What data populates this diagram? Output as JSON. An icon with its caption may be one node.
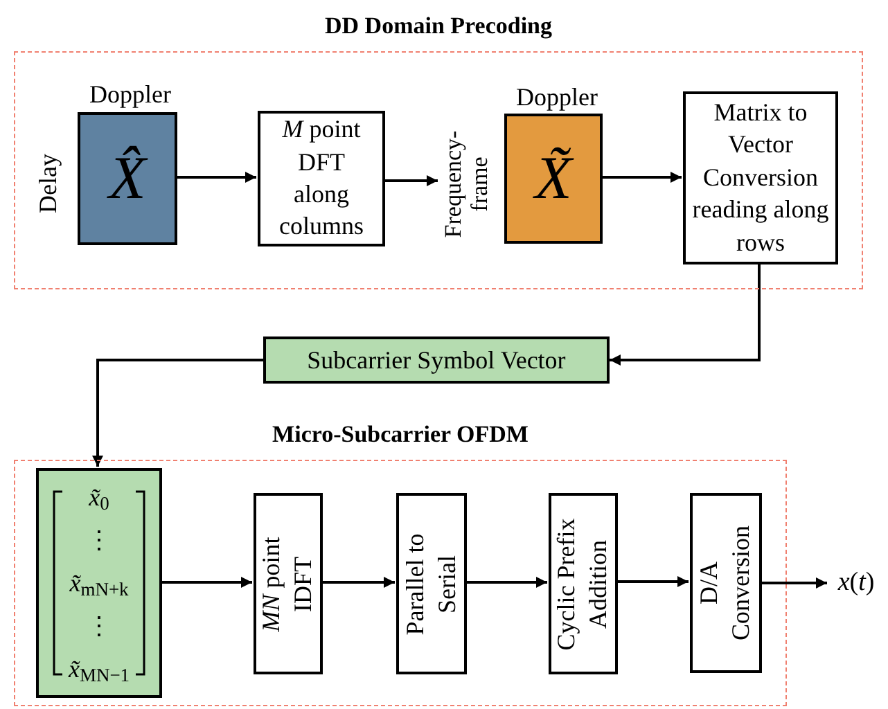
{
  "diagram": {
    "nodes": [
      {
        "text": [
          "DD Domain Precoding"
        ]
      },
      {
        "text": [
          "*X̂*"
        ],
        "in": 0,
        "beside": [
          "Doppler",
          "Delay"
        ]
      },
      {
        "text": [
          "*M* point DFT along columns"
        ],
        "in": 0
      },
      {
        "text": [
          "Frequency-frame"
        ],
        "in": 0
      },
      {
        "text": [
          "*X̃*"
        ],
        "in": 0,
        "beside": [
          "Doppler"
        ]
      },
      {
        "text": [
          "Matrix to Vector Conversion reading along rows"
        ],
        "in": 0
      },
      {
        "text": [
          "Subcarrier Symbol Vector"
        ]
      },
      {
        "text": [
          "Micro-Subcarrier OFDM"
        ]
      },
      {
        "text": [
          "*x̃*$_{0}$",
          "⋮",
          "*x̃*$_{mN+k}$",
          "⋮",
          "*x̃*$_{MN−1}$"
        ],
        "in": 7
      },
      {
        "text": [
          "*MN* point IDFT"
        ],
        "in": 7
      },
      {
        "text": [
          "Parallel to Serial"
        ],
        "in": 7
      },
      {
        "text": [
          "Cyclic Prefix Addition"
        ],
        "in": 7
      },
      {
        "text": [
          "D/A Conversion"
        ],
        "in": 7
      },
      {
        "text": [
          "*x*(*t*)"
        ]
      }
    ],
    "edges": [
      {
        "from": 1,
        "to": 2,
        "arrow": "to"
      },
      {
        "from": 2,
        "to": 3,
        "arrow": "to"
      },
      {
        "from": 4,
        "to": 5,
        "arrow": "to"
      },
      {
        "from": 5,
        "to": 6,
        "arrow": "to"
      },
      {
        "from": 6,
        "to": 8,
        "arrow": "to"
      },
      {
        "from": 8,
        "to": 9,
        "arrow": "to"
      },
      {
        "from": 9,
        "to": 10,
        "arrow": "to"
      },
      {
        "from": 10,
        "to": 11,
        "arrow": "to"
      },
      {
        "from": 11,
        "to": 12,
        "arrow": "to"
      },
      {
        "from": 12,
        "to": 13,
        "arrow": "to"
      }
    ]
  }
}
